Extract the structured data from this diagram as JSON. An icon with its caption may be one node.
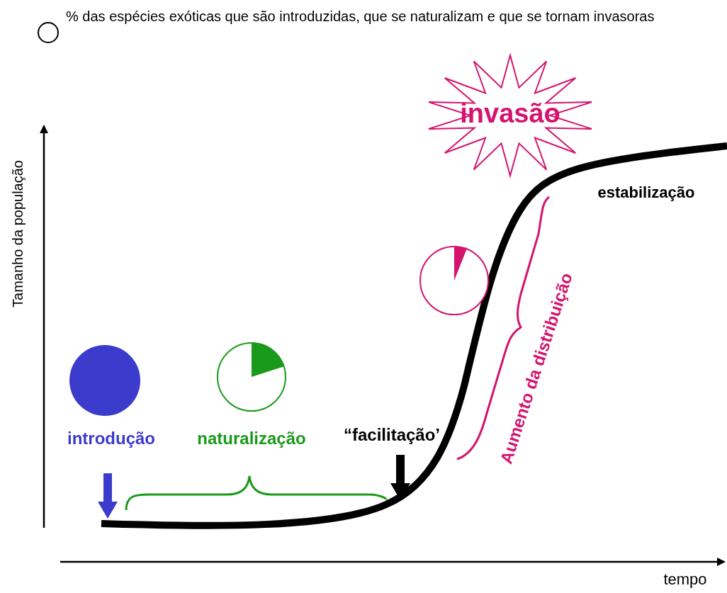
{
  "diagram": {
    "nodes": [
      {
        "text": [
          "invasão"
        ]
      },
      {
        "text": [],
        "shape": "circle"
      },
      {
        "text": [],
        "shape": "circle"
      },
      {
        "text": [],
        "shape": "circle"
      }
    ],
    "labels": [
      "Tamanho da população",
      "tempo",
      "introdução",
      "naturalização",
      "“facilitação’",
      "estabilização",
      "Aumento da distribuição"
    ],
    "legend": [
      {
        "text": "% das espécies exóticas que são introduzidas, que se naturalizam e que se tornam invasoras"
      }
    ]
  }
}
